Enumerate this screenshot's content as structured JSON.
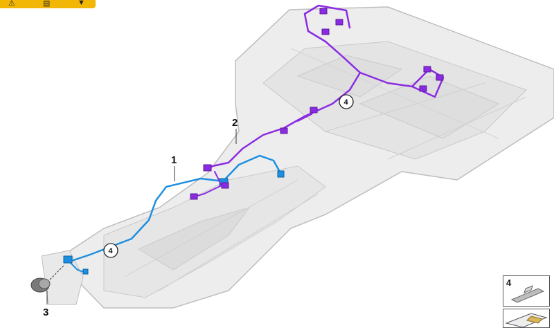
{
  "warning_strip": {
    "icons": [
      "warning-triangle-icon",
      "manual-book-icon",
      "connector-icon"
    ],
    "color": "#f2b705"
  },
  "callouts": {
    "part_1": "1",
    "part_2": "2",
    "part_3": "3",
    "clip_upper": "4",
    "clip_lower": "4"
  },
  "legend": {
    "clip_label": "4"
  },
  "colors": {
    "harness_blue": "#1e8fe0",
    "harness_purple": "#8a2be2",
    "tray_fill": "#ededed",
    "tray_edge": "#bdbdbd"
  }
}
